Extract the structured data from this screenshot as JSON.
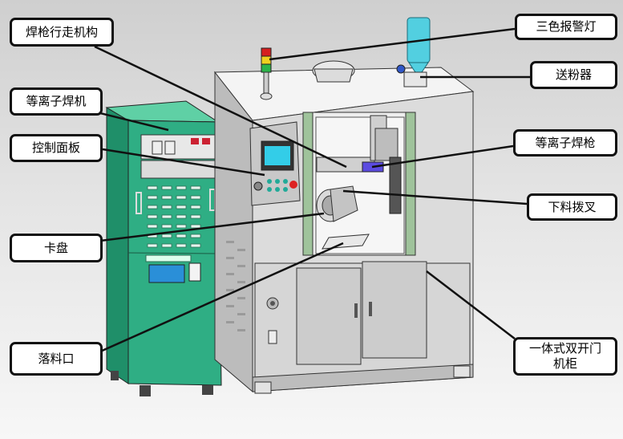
{
  "labels": {
    "welding_gun_travel": "焊枪行走机构",
    "plasma_welder": "等离子焊机",
    "control_panel": "控制面板",
    "chuck": "卡盘",
    "drop_port": "落料口",
    "tri_color_lamp": "三色报警灯",
    "powder_feeder": "送粉器",
    "plasma_gun": "等离子焊枪",
    "unloading_fork": "下料拨叉",
    "cabinet_line1": "一体式双开门",
    "cabinet_line2": "机柜"
  },
  "colors": {
    "welder_green": "#2fae84",
    "frame_grey": "#dcdcdc",
    "window_green": "#9fc39b",
    "screen_cyan": "#33cde8",
    "powder_bottle": "#52cfe0"
  }
}
